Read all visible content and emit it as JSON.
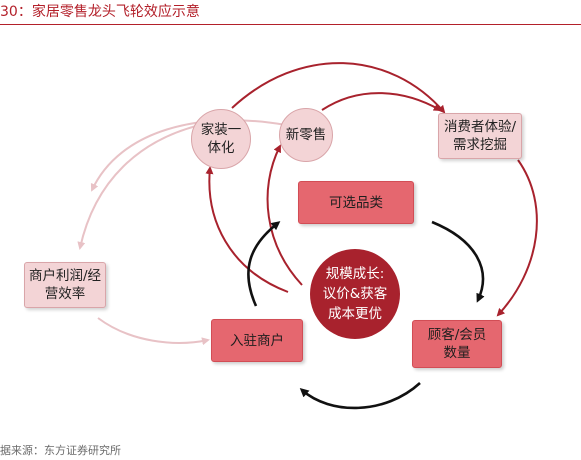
{
  "title": "30：家居零售龙头飞轮效应示意",
  "source": "据来源：东方证券研究所",
  "colors": {
    "accent": "#b3202a",
    "arrow_dark_red": "#a8222d",
    "arrow_light_pink": "#e8c2c6",
    "arrow_black": "#111111",
    "node_pink": "#f3d4d6",
    "node_red": "#e5676f",
    "center_red": "#a8222d"
  },
  "nodes": {
    "home_integration": {
      "line1": "家装一",
      "line2": "体化"
    },
    "new_retail": {
      "label": "新零售"
    },
    "consumer_experience": {
      "line1": "消费者体验/",
      "line2": "需求挖掘"
    },
    "product_categories": {
      "label": "可选品类"
    },
    "merchant_profit": {
      "line1": "商户利润/经",
      "line2": "营效率"
    },
    "settled_merchants": {
      "label": "入驻商户"
    },
    "customers": {
      "line1": "顾客/会员",
      "line2": "数量"
    }
  },
  "center": {
    "line1": "规模成长:",
    "line2": "议价&获客",
    "line3": "成本更优"
  }
}
